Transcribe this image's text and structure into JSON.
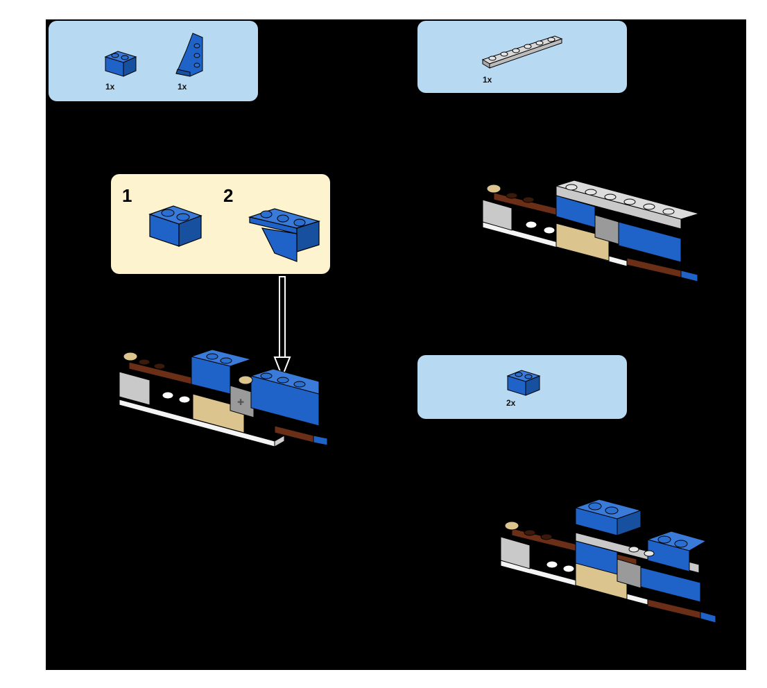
{
  "steps": [
    {
      "parts": [
        {
          "icon": "blue-brick-1x2-icon",
          "qty": "1x"
        },
        {
          "icon": "blue-wedge-plate-icon",
          "qty": "1x"
        }
      ],
      "substeps": [
        "1",
        "2"
      ]
    },
    {
      "parts": [
        {
          "icon": "light-gray-plate-1x6-icon",
          "qty": "1x"
        }
      ]
    },
    {
      "parts": [
        {
          "icon": "blue-brick-1x2-icon",
          "qty": "2x"
        }
      ]
    }
  ],
  "colors": {
    "page_background": "#000000",
    "parts_panel": "#b7d9f2",
    "substep_panel": "#fdf3cf",
    "blue": "#1f63c8",
    "light_gray": "#c9c9c9",
    "dark_gray": "#9a9a9a",
    "tan": "#dcc48f",
    "reddish_brown": "#6b2e17",
    "white": "#f4f4f4"
  }
}
